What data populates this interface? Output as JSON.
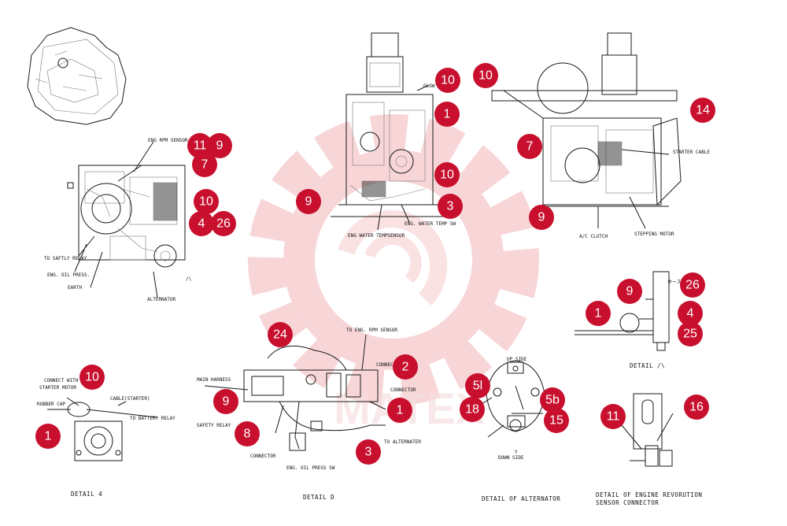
{
  "labels": {
    "eng_rpm_sensor": "ENG RPM SENSOR",
    "to_safety_relay": "TO SAFTLY RELAY",
    "eng_oil_press": "ENG. OIL PRESS.",
    "earth": "EARTH",
    "alternator": "ALTERNATOR",
    "view_marker": "/\\",
    "glow": "GLOW",
    "eng_water_tempsensor": "ENG WATER TEMPSENSOR",
    "eng_water_temp_sw": "ENG. WATER TEMP SW",
    "starter_cable": "STARTER CABLE",
    "ac_clutch": "A/C CLUTCH",
    "stepping_motor": "STEPPING MOTOR",
    "hose_mark": "ホース",
    "to_eng_rpm_sensor": "TO ENG. RPM SENSOR",
    "connec": "CONNEC",
    "connector_right": "CONNECTOR",
    "main_harness": "MAIN HARNESS",
    "safety_relay": "SAFETY RELAY",
    "connector_bottom": "CONNECTOR",
    "eng_oil_press_sw": "ENG. OIL PRESS SW",
    "to_alternater": "TO ALTERNATER",
    "connect_with_starter_motor_1": "CONNECT WITH",
    "connect_with_starter_motor_2": "STARTER MOTOR",
    "rubber_cap": "RUBBER CAP",
    "cable_starter": "CABLE(STARTER)",
    "to_battery_relay": "TO BATTERY RELAY",
    "up_side": "UP SIDE",
    "down_side": "DOWN SIDE",
    "y_mark": "Y"
  },
  "captions": {
    "detail_y": "DETAIL 4",
    "detail_d": "DETAIL D",
    "detail_alternator": "DETAIL OF ALTERNATOR",
    "detail_a": "DETAIL /\\",
    "detail_sensor_1": "DETAIL OF ENGINE REVORUTION",
    "detail_sensor_2": "SENSOR CONNECTOR"
  },
  "callouts": [
    {
      "id": "c11a",
      "num": "11"
    },
    {
      "id": "c9a",
      "num": "9"
    },
    {
      "id": "c7a",
      "num": "7"
    },
    {
      "id": "c10a",
      "num": "10"
    },
    {
      "id": "c4a",
      "num": "4"
    },
    {
      "id": "c26a",
      "num": "26"
    },
    {
      "id": "c10b",
      "num": "10"
    },
    {
      "id": "c1a",
      "num": "1"
    },
    {
      "id": "c10c",
      "num": "10"
    },
    {
      "id": "c9b",
      "num": "9"
    },
    {
      "id": "c3a",
      "num": "3"
    },
    {
      "id": "c10d",
      "num": "10"
    },
    {
      "id": "c14a",
      "num": "14"
    },
    {
      "id": "c7b",
      "num": "7"
    },
    {
      "id": "c9c",
      "num": "9"
    },
    {
      "id": "c9d",
      "num": "9"
    },
    {
      "id": "c26b",
      "num": "26"
    },
    {
      "id": "c1b",
      "num": "1"
    },
    {
      "id": "c4b",
      "num": "4"
    },
    {
      "id": "c25a",
      "num": "25"
    },
    {
      "id": "c24a",
      "num": "24"
    },
    {
      "id": "c2a",
      "num": "2"
    },
    {
      "id": "c9e",
      "num": "9"
    },
    {
      "id": "c1c",
      "num": "1"
    },
    {
      "id": "c8a",
      "num": "8"
    },
    {
      "id": "c3b",
      "num": "3"
    },
    {
      "id": "c10e",
      "num": "10"
    },
    {
      "id": "c1d",
      "num": "1"
    },
    {
      "id": "c5la",
      "num": "5l"
    },
    {
      "id": "c18a",
      "num": "18"
    },
    {
      "id": "c5ba",
      "num": "5b"
    },
    {
      "id": "c15a",
      "num": "15"
    },
    {
      "id": "c11b",
      "num": "11"
    },
    {
      "id": "c16a",
      "num": "16"
    }
  ],
  "colors": {
    "callout_fill": "#c8102e",
    "watermark": "#f3b5b9",
    "ink": "#1a1a1a"
  },
  "watermark_text": "MATEX"
}
